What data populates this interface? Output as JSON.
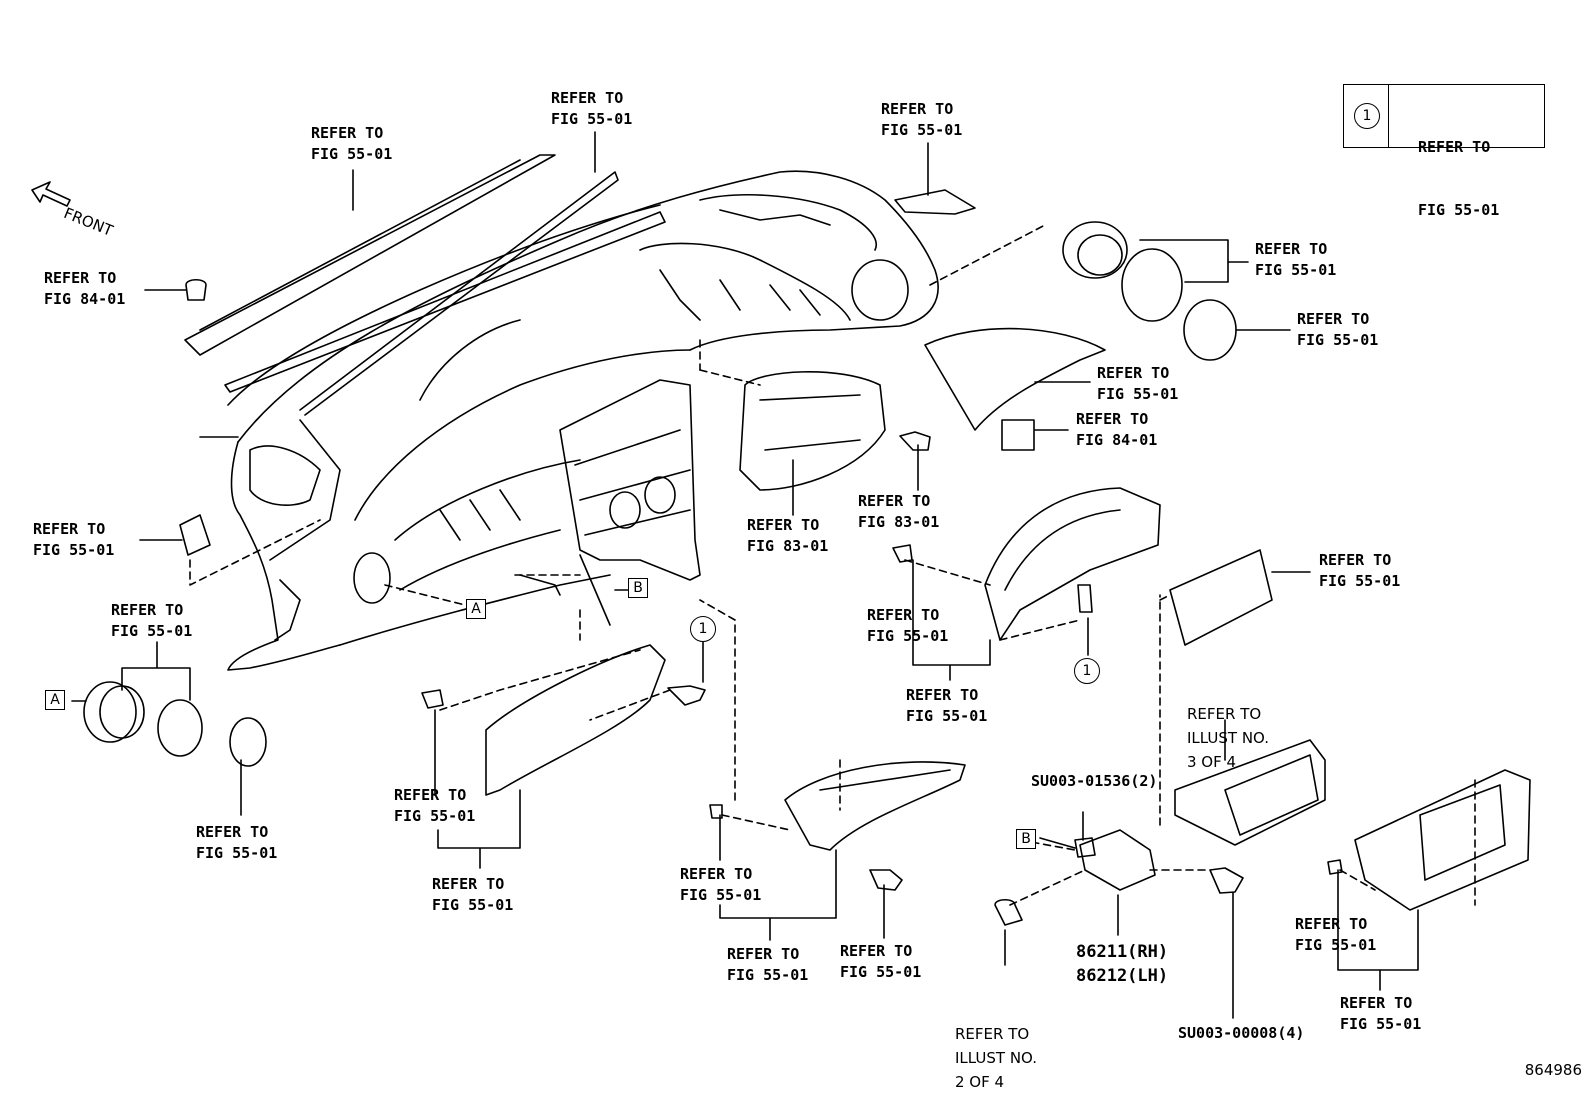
{
  "refer_line1": "REFER TO",
  "legend": {
    "symbol": "1",
    "line1": "REFER TO",
    "line2": "FIG 55-01"
  },
  "front_label": "FRONT",
  "labels": [
    {
      "id": "defroster-grille",
      "fig": "FIG 55-01"
    },
    {
      "id": "top-panel-trim",
      "fig": "FIG 55-01"
    },
    {
      "id": "center-vent-top",
      "fig": "FIG 55-01"
    },
    {
      "id": "sensor-cap",
      "fig": "FIG 84-01"
    },
    {
      "id": "right-vent-housing",
      "fig": "FIG 55-01"
    },
    {
      "id": "right-vent-ring",
      "fig": "FIG 55-01"
    },
    {
      "id": "meter-hood",
      "fig": "FIG 55-01"
    },
    {
      "id": "switch-unit",
      "fig": "FIG 84-01"
    },
    {
      "id": "combination-meter",
      "fig": "FIG 83-01"
    },
    {
      "id": "meter-screw",
      "fig": "FIG 83-01"
    },
    {
      "id": "side-cover-left",
      "fig": "FIG 55-01"
    },
    {
      "id": "left-vent-assy",
      "fig": "FIG 55-01"
    },
    {
      "id": "right-side-clip",
      "fig": "FIG 55-01"
    },
    {
      "id": "right-side-panel",
      "fig": "FIG 55-01"
    },
    {
      "id": "glovebox-upper",
      "fig": "FIG 55-01"
    },
    {
      "id": "left-vent-ring",
      "fig": "FIG 55-01"
    },
    {
      "id": "glovebox-clip",
      "fig": "FIG 55-01"
    },
    {
      "id": "glovebox-panel",
      "fig": "FIG 55-01"
    },
    {
      "id": "center-bezel-clip",
      "fig": "FIG 55-01"
    },
    {
      "id": "center-bezel",
      "fig": "FIG 55-01"
    },
    {
      "id": "center-bezel-screw",
      "fig": "FIG 55-01"
    },
    {
      "id": "lower-right-clip",
      "fig": "FIG 55-01"
    },
    {
      "id": "lower-right-panel",
      "fig": "FIG 55-01"
    }
  ],
  "illust_refs": [
    {
      "id": "illust-3of4",
      "line1": "REFER TO",
      "line2": "ILLUST NO.",
      "line3": "3 OF 4"
    },
    {
      "id": "illust-2of4",
      "line1": "REFER TO",
      "line2": "ILLUST NO.",
      "line3": "2 OF 4"
    }
  ],
  "part_numbers": {
    "bracket_rh": "86211(RH)",
    "bracket_lh": "86212(LH)",
    "nut": "SU003-01536(2)",
    "bolt": "SU003-00008(4)"
  },
  "markers": {
    "a": "A",
    "b": "B",
    "one": "1"
  },
  "diagram_number": "864986"
}
